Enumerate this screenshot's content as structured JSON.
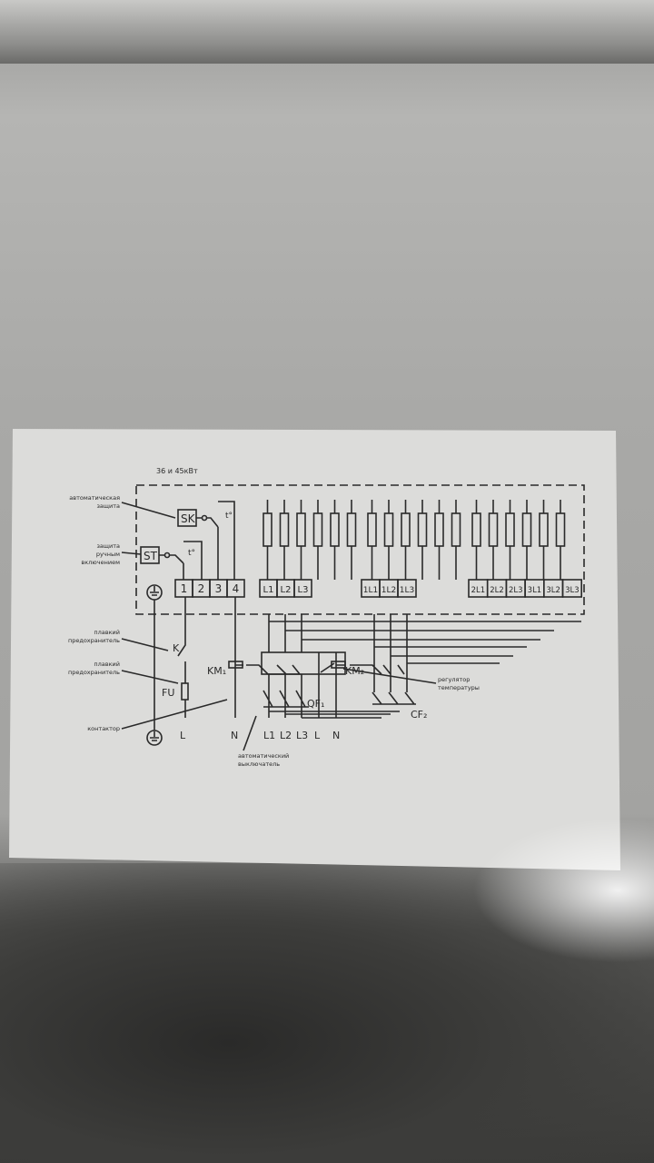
{
  "title": "36 и 45кВт",
  "labels": {
    "auto_protection": [
      "автоматическая",
      "защита"
    ],
    "manual_protection": [
      "защита",
      "ручным",
      "включением"
    ],
    "fuse1": [
      "плавкий",
      "предохранитель"
    ],
    "fuse2": [
      "плавкий",
      "предохранитель"
    ],
    "contactor": "контактор",
    "breaker": [
      "автоматический",
      "выключатель"
    ],
    "thermostat": [
      "регулятор",
      "температуры"
    ]
  },
  "components": {
    "sk": "SK",
    "st": "ST",
    "temp": "t°",
    "k": "K",
    "fu": "FU",
    "km1": "KM₁",
    "km2": "KM₂",
    "qf1": "QF₁",
    "cf2": "CF₂"
  },
  "terminals": {
    "control": [
      "1",
      "2",
      "3",
      "4"
    ],
    "group1": [
      "L1",
      "L2",
      "L3"
    ],
    "group2": [
      "1L1",
      "1L2",
      "1L3"
    ],
    "group3": [
      "2L1",
      "2L2",
      "2L3",
      "3L1",
      "3L2",
      "3L3"
    ]
  },
  "bottom_labels": {
    "left": [
      "L",
      "N"
    ],
    "supply": [
      "L1",
      "L2",
      "L3",
      "L",
      "N"
    ]
  },
  "heater_count": 18
}
